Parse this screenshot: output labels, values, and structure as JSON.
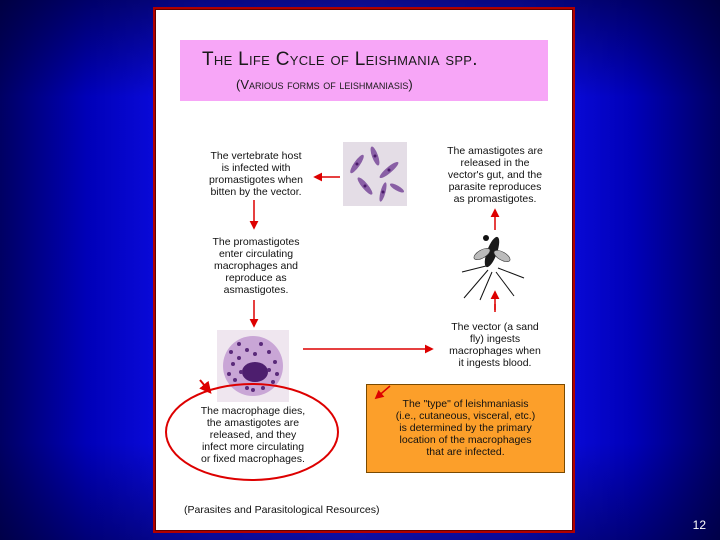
{
  "slide": {
    "page_number": "12"
  },
  "title": {
    "main": "The Life Cycle of Leishmania spp.",
    "subtitle": "(Various forms of leishmaniasis)"
  },
  "steps": {
    "host_infected": "The vertebrate host\nis infected with\npromastigotes when\nbitten by the vector.",
    "enter_macrophages": "The promastigotes\nenter circulating\nmacrophages and\nreproduce as\nasmastigotes.",
    "macrophage_dies": "The macrophage dies,\nthe amastigotes are\nreleased, and they\ninfect more circulating\nor fixed macrophages.",
    "released_in_gut": "The amastigotes are\nreleased in the\nvector's gut, and the\nparasite reproduces\nas promastigotes.",
    "vector_ingests": "The vector (a sand\nfly) ingests\nmacrophages when\nit ingests blood.",
    "type_determined": "The \"type\" of leishmaniasis\n(i.e., cutaneous, visceral, etc.)\nis determined by the primary\nlocation of the macrophages\nthat are infected."
  },
  "source": "(Parasites and Parasitological Resources)",
  "colors": {
    "arrow": "#dd0000",
    "title_box": "#f7a6f7",
    "info_box": "#fc9f2a"
  }
}
